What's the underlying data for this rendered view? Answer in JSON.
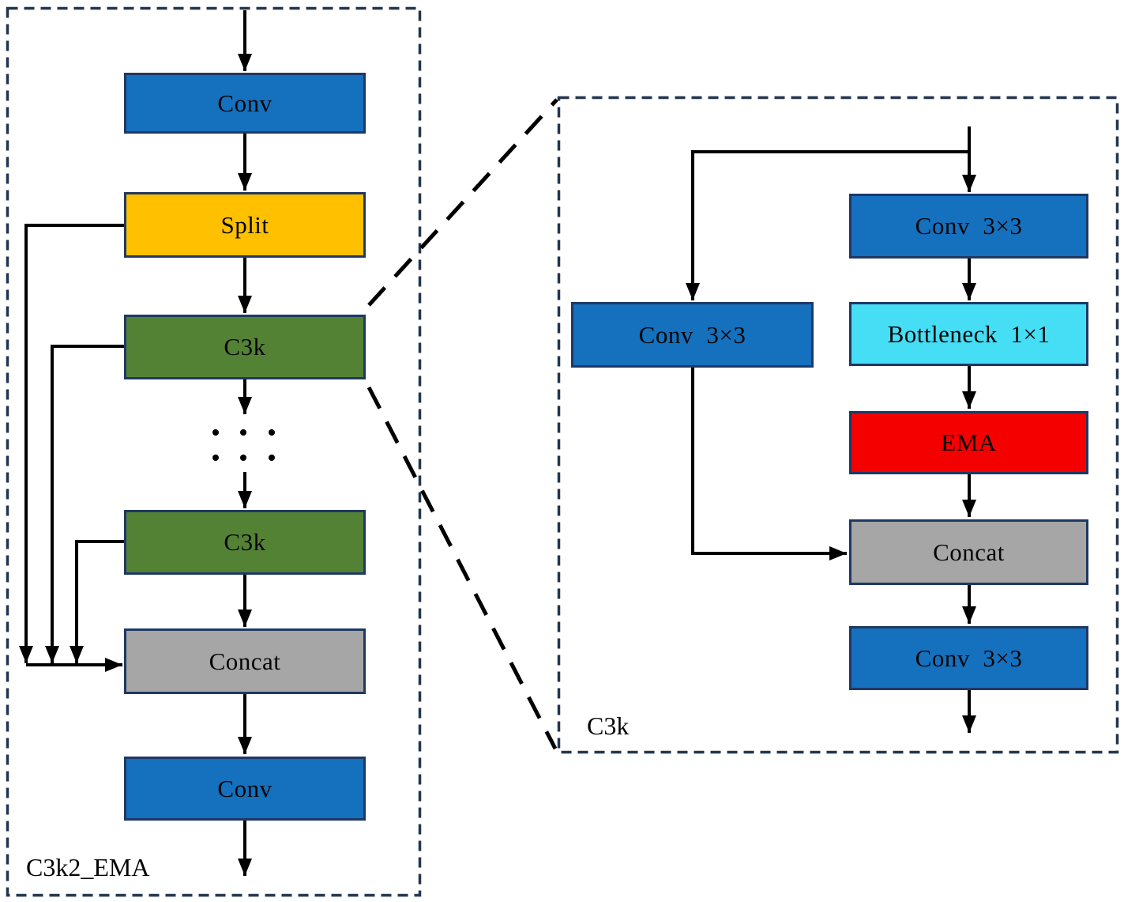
{
  "left_panel": {
    "label": "C3k2_EMA",
    "nodes": {
      "conv_top": "Conv",
      "split": "Split",
      "c3k_1": "C3k",
      "c3k_2": "C3k",
      "concat": "Concat",
      "conv_bottom": "Conv"
    }
  },
  "right_panel": {
    "label": "C3k",
    "nodes": {
      "conv_top": "Conv  3×3",
      "conv_left": "Conv  3×3",
      "bottleneck": "Bottleneck  1×1",
      "ema": "EMA",
      "concat": "Concat",
      "conv_bottom": "Conv  3×3"
    }
  },
  "colors": {
    "conv_blue": "#1570BD",
    "split_yellow": "#FFC000",
    "c3k_green": "#548235",
    "concat_gray": "#A6A6A6",
    "bottleneck_cyan": "#45DEF5",
    "ema_red": "#F40000",
    "box_border": "#1F3864",
    "dashed_border": "#22364F",
    "line_black": "#000000"
  }
}
